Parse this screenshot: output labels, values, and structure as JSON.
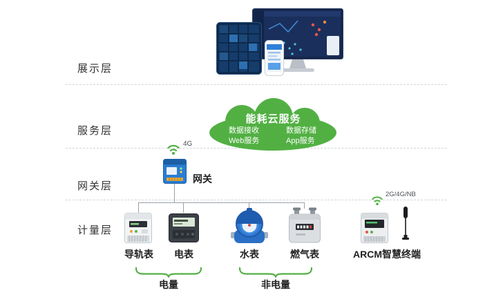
{
  "layers": [
    {
      "label": "展示层"
    },
    {
      "label": "服务层"
    },
    {
      "label": "网关层"
    },
    {
      "label": "计量层"
    }
  ],
  "cloud": {
    "title": "能耗云服务",
    "services_left": [
      "数据接收",
      "Web服务"
    ],
    "services_right": [
      "数据存储",
      "App服务"
    ]
  },
  "gateway": {
    "label": "网关",
    "network": "4G"
  },
  "devices": [
    {
      "label": "导轨表"
    },
    {
      "label": "电表"
    },
    {
      "label": "水表"
    },
    {
      "label": "燃气表"
    },
    {
      "label": "ARCM智慧终端",
      "network": "2G/4G/NB"
    }
  ],
  "groups": [
    {
      "label": "电量"
    },
    {
      "label": "非电量"
    }
  ],
  "colors": {
    "cloud_green": "#52b043",
    "gateway_blue": "#2a7dd2",
    "connector_grey": "#9aa1a8"
  }
}
